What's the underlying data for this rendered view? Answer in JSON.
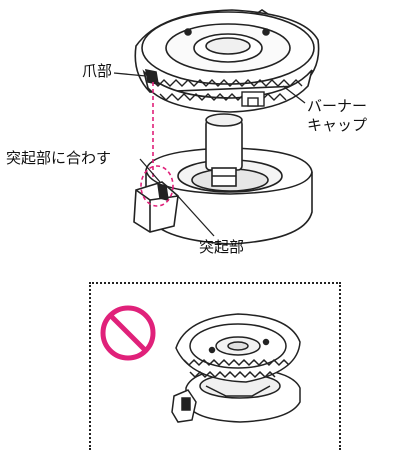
{
  "labels": {
    "tsume": "爪部",
    "burner_cap": "バーナー\nキャップ",
    "align_instruction": "突起部に合わす",
    "toki": "突起部"
  },
  "colors": {
    "line": "#222222",
    "guide": "#e0217a",
    "prohibition": "#e0217a",
    "fill": "#ffffff",
    "shade": "#d9d9d9"
  },
  "icons": {
    "prohibition": "prohibition-icon"
  }
}
